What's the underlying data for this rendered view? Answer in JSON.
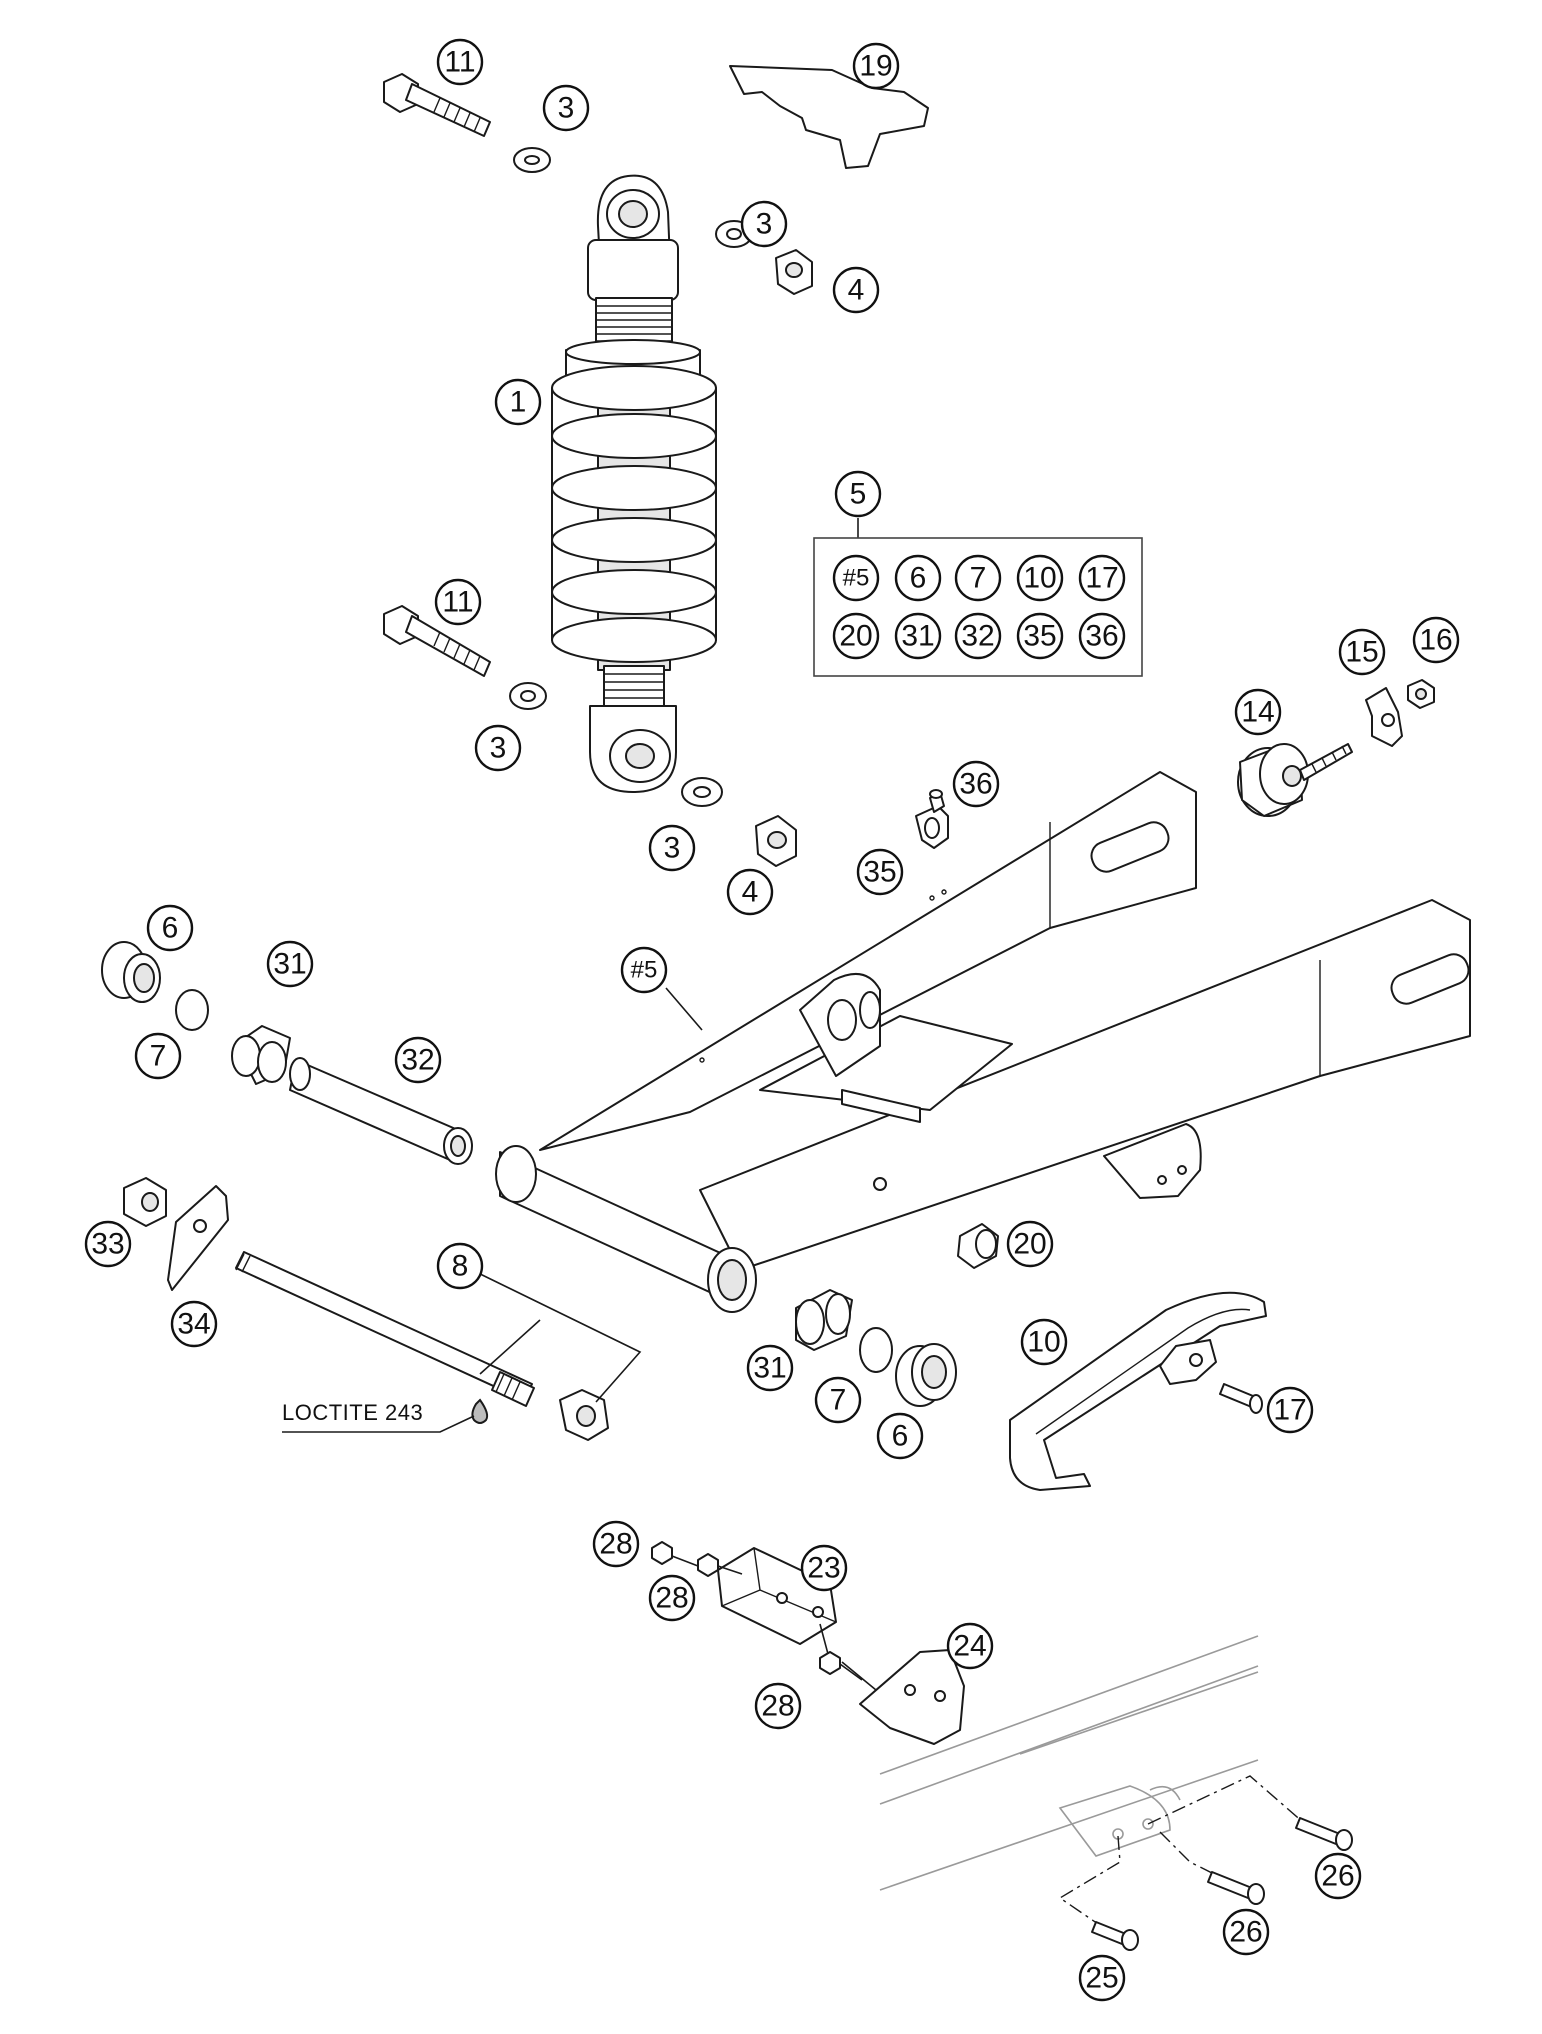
{
  "callouts": {
    "c1": "1",
    "c3": "3",
    "c4": "4",
    "c5": "5",
    "c5h": "#5",
    "c6": "6",
    "c7": "7",
    "c8": "8",
    "c10": "10",
    "c11": "11",
    "c14": "14",
    "c15": "15",
    "c16": "16",
    "c17": "17",
    "c19": "19",
    "c20": "20",
    "c23": "23",
    "c24": "24",
    "c25": "25",
    "c26": "26",
    "c28": "28",
    "c31": "31",
    "c32": "32",
    "c33": "33",
    "c34": "34",
    "c35": "35",
    "c36": "36"
  },
  "kit_box": {
    "row1": [
      "#5",
      "6",
      "7",
      "10",
      "17"
    ],
    "row2": [
      "20",
      "31",
      "32",
      "35",
      "36"
    ]
  },
  "note": "LOCTITE 243"
}
